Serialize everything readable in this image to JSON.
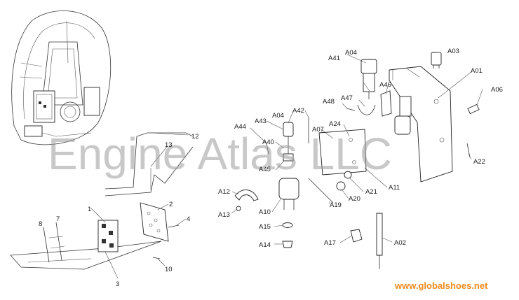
{
  "watermark": "Engine Atlas LLC",
  "site_url": "www.globalshoes.net",
  "callouts": {
    "A01": "A01",
    "A02": "A02",
    "A03": "A03",
    "A04": "A04",
    "A06": "A06",
    "A07": "A07",
    "A10": "A10",
    "A11": "A11",
    "A12": "A12",
    "A13": "A13",
    "A14": "A14",
    "A15": "A15",
    "A17": "A17",
    "A19": "A19",
    "A20": "A20",
    "A21": "A21",
    "A22": "A22",
    "A24": "A24",
    "A40": "A40",
    "A41": "A41",
    "A42": "A42",
    "A43": "A43",
    "A44": "A44",
    "A45": "A45",
    "A46": "A46",
    "A47": "A47",
    "A48": "A48",
    "n1": "1",
    "n2": "2",
    "n3": "3",
    "n4": "4",
    "n7": "7",
    "n8": "8",
    "n10": "10",
    "n12": "12",
    "n13": "13"
  }
}
